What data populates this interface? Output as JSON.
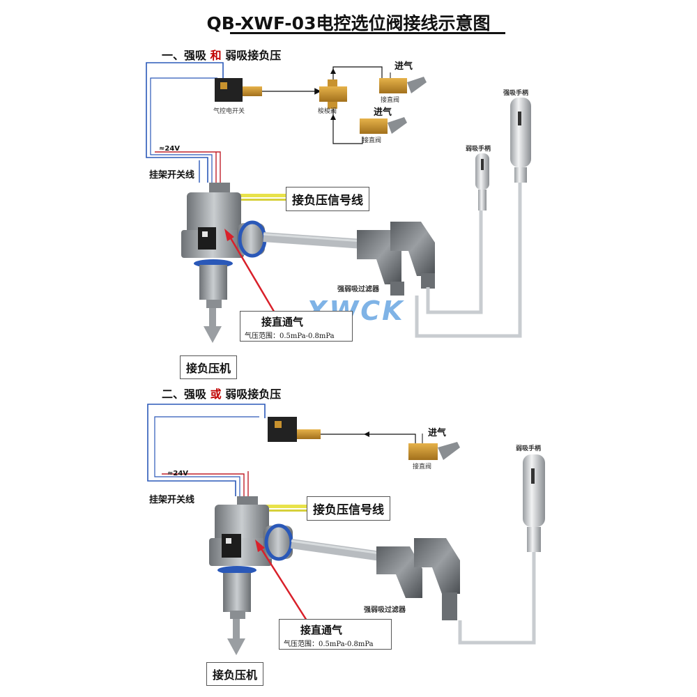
{
  "title": "QB-XWF-03电控选位阀接线示意图",
  "watermark": "XWCK",
  "colors": {
    "wire_red": "#c0202a",
    "wire_blue": "#2a58b8",
    "signal_yellow": "#e8e24a",
    "arrow_red": "#d9202a",
    "brass": "#c8922e",
    "hose": "#b8bcc0",
    "body_grey": "#8a8e92"
  },
  "section1": {
    "heading_prefix": "一、强吸",
    "heading_conj": "和",
    "heading_suffix": "弱吸接负压",
    "solenoid_caption": "气控电开关",
    "shuttle_caption": "梭梭阀",
    "inlet_top": "进气",
    "inlet_bottom": "进气",
    "valve_caption_top": "接直阀",
    "valve_caption_bottom": "接直阀",
    "voltage": "≈24V",
    "hanger_switch": "挂架开关线",
    "signal_line": "接负压信号线",
    "filter": "强弱吸过滤器",
    "strong_handle": "强吸手柄",
    "weak_handle": "弱吸手柄",
    "air_label": "接直通气",
    "air_range": "气压范围：0.5mPa-0.8mPa",
    "vacuum": "接负压机"
  },
  "section2": {
    "heading_prefix": "二、强吸",
    "heading_conj": "或",
    "heading_suffix": "弱吸接负压",
    "inlet": "进气",
    "valve_caption": "接直阀",
    "voltage": "≈24V",
    "hanger_switch": "挂架开关线",
    "signal_line": "接负压信号线",
    "filter": "强弱吸过滤器",
    "weak_handle": "弱吸手柄",
    "air_label": "接直通气",
    "air_range": "气压范围：0.5mPa-0.8mPa",
    "vacuum": "接负压机"
  }
}
